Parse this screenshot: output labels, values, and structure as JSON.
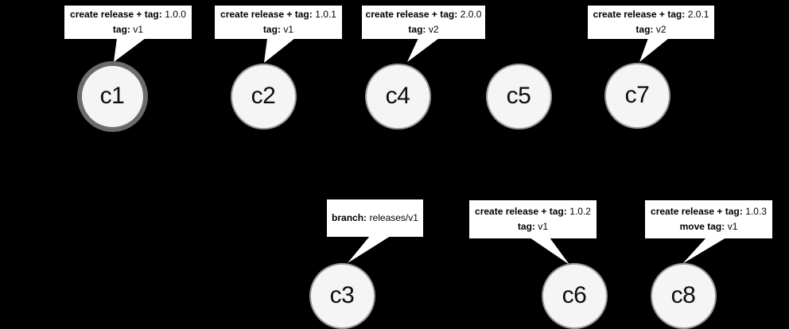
{
  "diagram": {
    "kind": "git-release-tag-diagram",
    "colors": {
      "background": "#000000",
      "callout_bg": "#ffffff",
      "node_fill": "#f5f5f5",
      "node_border": "#979797",
      "highlight_ring": "#6b6b6b",
      "text": "#000000"
    }
  },
  "nodes": [
    {
      "id": "c1",
      "label": "c1",
      "highlighted": true
    },
    {
      "id": "c2",
      "label": "c2",
      "highlighted": false
    },
    {
      "id": "c3",
      "label": "c3",
      "highlighted": false
    },
    {
      "id": "c4",
      "label": "c4",
      "highlighted": false
    },
    {
      "id": "c5",
      "label": "c5",
      "highlighted": false
    },
    {
      "id": "c6",
      "label": "c6",
      "highlighted": false
    },
    {
      "id": "c7",
      "label": "c7",
      "highlighted": false
    },
    {
      "id": "c8",
      "label": "c8",
      "highlighted": false
    }
  ],
  "callouts": [
    {
      "target": "c1",
      "line1_label": "create release + tag:",
      "line1_value": "1.0.0",
      "line2_label": "tag:",
      "line2_value": "v1"
    },
    {
      "target": "c2",
      "line1_label": "create release + tag:",
      "line1_value": "1.0.1",
      "line2_label": "tag:",
      "line2_value": "v1"
    },
    {
      "target": "c4",
      "line1_label": "create release + tag:",
      "line1_value": "2.0.0",
      "line2_label": "tag:",
      "line2_value": "v2"
    },
    {
      "target": "c7",
      "line1_label": "create release + tag:",
      "line1_value": "2.0.1",
      "line2_label": "tag:",
      "line2_value": "v2"
    },
    {
      "target": "c3",
      "line1_label": "branch:",
      "line1_value": "releases/v1"
    },
    {
      "target": "c6",
      "line1_label": "create release + tag:",
      "line1_value": "1.0.2",
      "line2_label": "tag:",
      "line2_value": "v1"
    },
    {
      "target": "c8",
      "line1_label": "create release + tag:",
      "line1_value": "1.0.3",
      "line2_label": "move tag:",
      "line2_value": "v1"
    }
  ]
}
